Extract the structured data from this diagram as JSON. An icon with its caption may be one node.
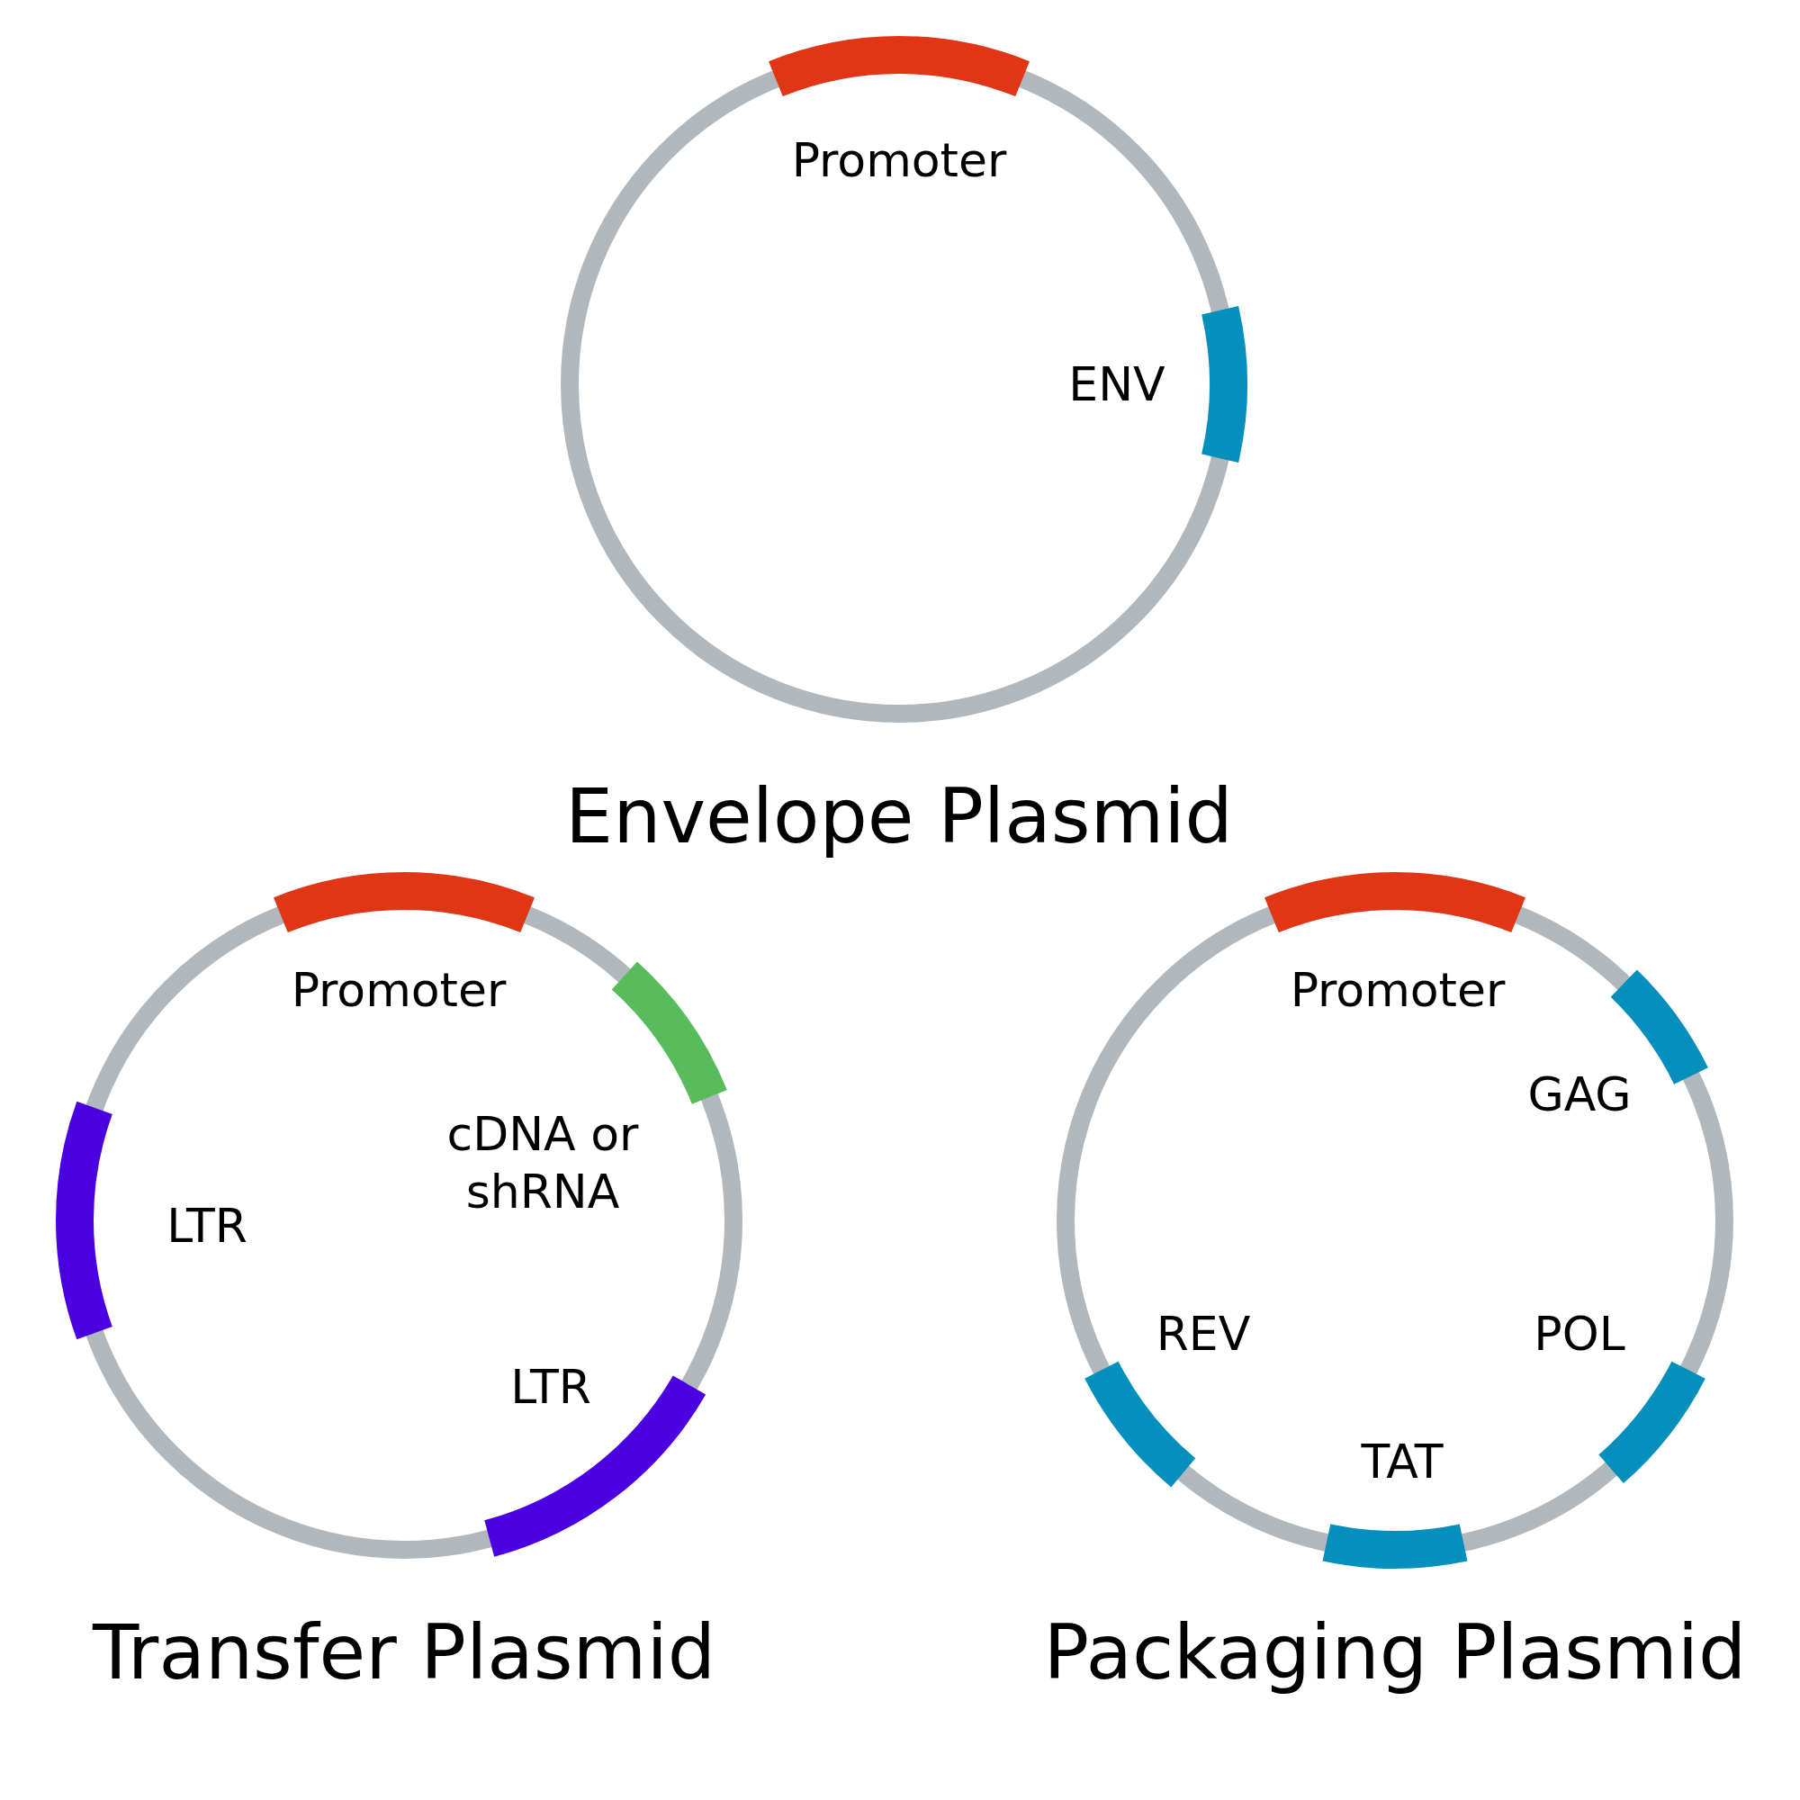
{
  "diagram": {
    "nodes": [
      {
        "text": [
          "Envelope Plasmid"
        ]
      },
      {
        "text": [
          "Promoter"
        ],
        "in": 0
      },
      {
        "text": [
          "ENV"
        ],
        "in": 0
      },
      {
        "text": [
          "Transfer Plasmid"
        ]
      },
      {
        "text": [
          "Promoter"
        ],
        "in": 3
      },
      {
        "text": [
          "cDNA or shRNA"
        ],
        "in": 3
      },
      {
        "text": [
          "LTR"
        ],
        "in": 3
      },
      {
        "text": [
          "LTR"
        ],
        "in": 3
      },
      {
        "text": [
          "Packaging Plasmid"
        ]
      },
      {
        "text": [
          "Promoter"
        ],
        "in": 8
      },
      {
        "text": [
          "GAG"
        ],
        "in": 8
      },
      {
        "text": [
          "POL"
        ],
        "in": 8
      },
      {
        "text": [
          "TAT"
        ],
        "in": 8
      },
      {
        "text": [
          "REV"
        ],
        "in": 8
      }
    ],
    "edges": []
  }
}
